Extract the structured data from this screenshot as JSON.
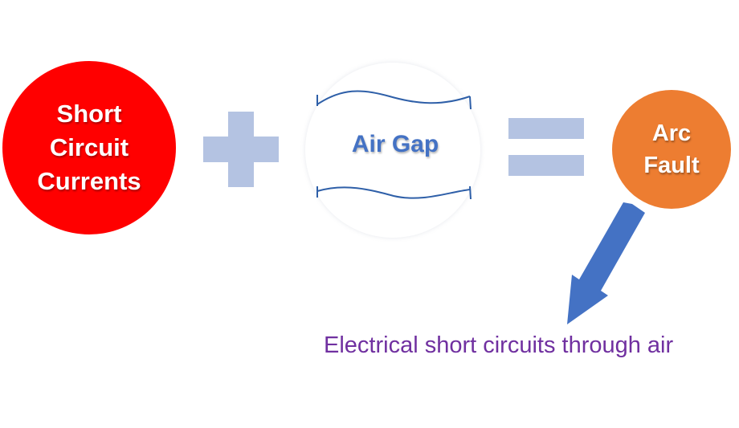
{
  "colors": {
    "short_circuit_fill": "#ff0000",
    "arc_fault_fill": "#ed7d31",
    "operator_fill": "#b4c3e2",
    "air_gap_text": "#4472c4",
    "wave_stroke": "#2e5fa8",
    "arrow_fill": "#4472c4",
    "caption_text": "#7030a0"
  },
  "nodes": {
    "short_circuit": {
      "label": "Short\nCircuit\nCurrents"
    },
    "air_gap": {
      "label": "Air Gap"
    },
    "arc_fault": {
      "label": "Arc\nFault"
    }
  },
  "operators": {
    "plus": "plus-icon",
    "equals": "equals-icon"
  },
  "caption": "Electrical short circuits through air"
}
